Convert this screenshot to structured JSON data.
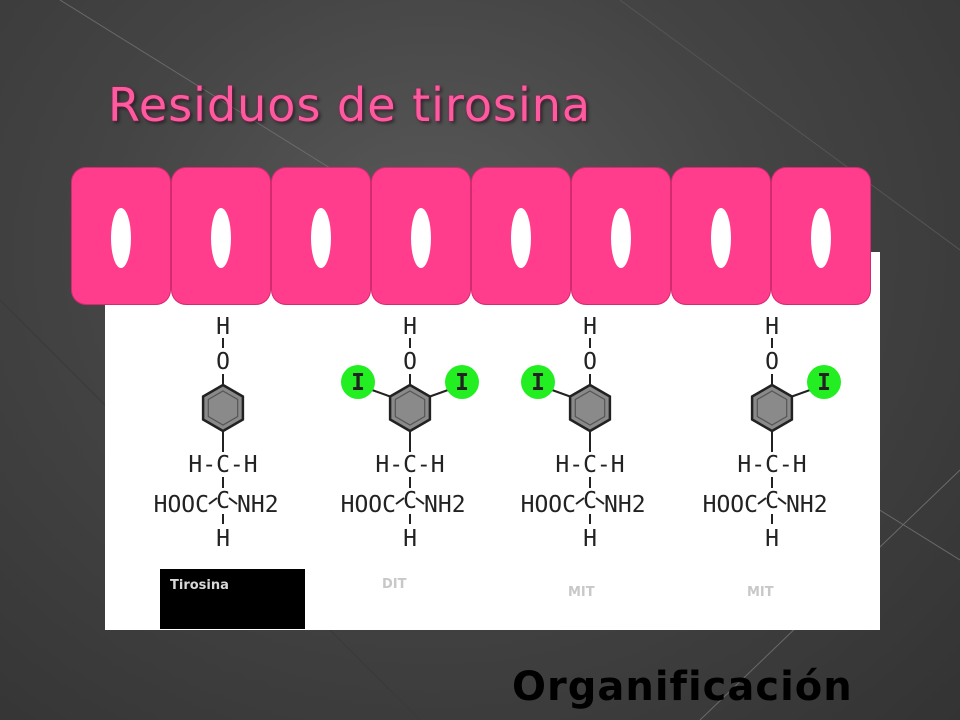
{
  "title": "Residuos de tirosina",
  "cell_count": 8,
  "colors": {
    "title": "#ff5aa0",
    "cell": "#ff3d8c",
    "nucleus": "#ffffff",
    "iodine": "#22ee22",
    "ring": "#8a8a8a",
    "panel": "#ffffff"
  },
  "atoms": {
    "hydrogen": "H",
    "oxygen": "O",
    "carbon": "C",
    "iodine": "I",
    "hch": "H-C-H",
    "hooc": "HOOC",
    "nh2": "NH2"
  },
  "molecules": [
    {
      "label": "Tirosina",
      "iodine_left": false,
      "iodine_right": false
    },
    {
      "label": "DIT",
      "iodine_left": true,
      "iodine_right": true
    },
    {
      "label": "MIT",
      "iodine_left": true,
      "iodine_right": false
    },
    {
      "label": "MIT",
      "iodine_left": false,
      "iodine_right": true
    }
  ],
  "caption": "Organificación"
}
